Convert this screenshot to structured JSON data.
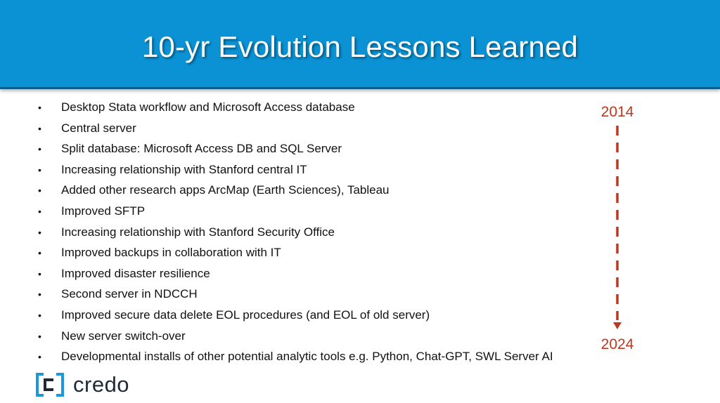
{
  "slide": {
    "title": "10-yr Evolution Lessons Learned",
    "bullet_symbol": "•",
    "bullets": [
      "Desktop Stata workflow and Microsoft Access database",
      "Central server",
      "Split database: Microsoft Access DB and SQL Server",
      "Increasing relationship with Stanford central IT",
      "Added other research apps ArcMap (Earth Sciences), Tableau",
      "Improved SFTP",
      "Increasing relationship with Stanford Security Office",
      "Improved backups in collaboration with IT",
      "Improved disaster resilience",
      "Second server in NDCCH",
      "Improved secure data delete EOL procedures (and EOL of old server)",
      "New server switch-over",
      "Developmental installs of other potential analytic tools e.g. Python, Chat-GPT, SWL Server AI"
    ],
    "timeline": {
      "start_year": "2014",
      "end_year": "2024",
      "color": "#c0361e"
    }
  },
  "logo": {
    "text": "credo",
    "icon": "credo-bracket-logo-icon",
    "colors": {
      "blue": "#1a9ad6",
      "dark": "#1e2a35"
    }
  },
  "colors": {
    "header": "#0a92d4",
    "title_text": "#ffffff",
    "body_text": "#111111"
  }
}
